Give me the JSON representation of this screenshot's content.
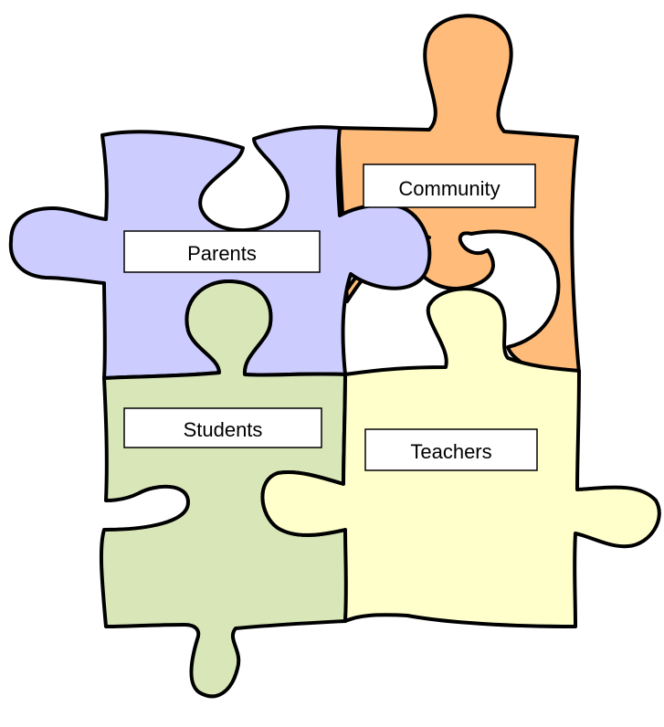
{
  "pieces": {
    "parents": {
      "label": "Parents",
      "color": "#ccccff"
    },
    "community": {
      "label": "Community",
      "color": "#ffbb7a"
    },
    "students": {
      "label": "Students",
      "color": "#d8e6b8"
    },
    "teachers": {
      "label": "Teachers",
      "color": "#ffffcc"
    }
  }
}
